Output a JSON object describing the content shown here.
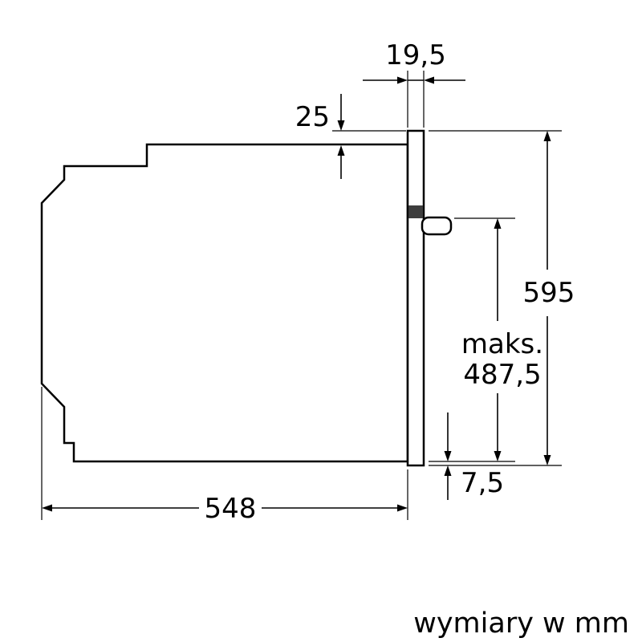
{
  "figure": {
    "footnote": "wymiary w mm",
    "dimensions": {
      "frame_thickness": "19,5",
      "top_offset": "25",
      "front_height": "595",
      "handle_max_prefix": "maks.",
      "handle_max_value": "487,5",
      "bottom_offset": "7,5",
      "body_depth": "548"
    },
    "colors": {
      "line": "#000000",
      "background": "#ffffff",
      "handle_mount": "#3d3d3d"
    }
  }
}
